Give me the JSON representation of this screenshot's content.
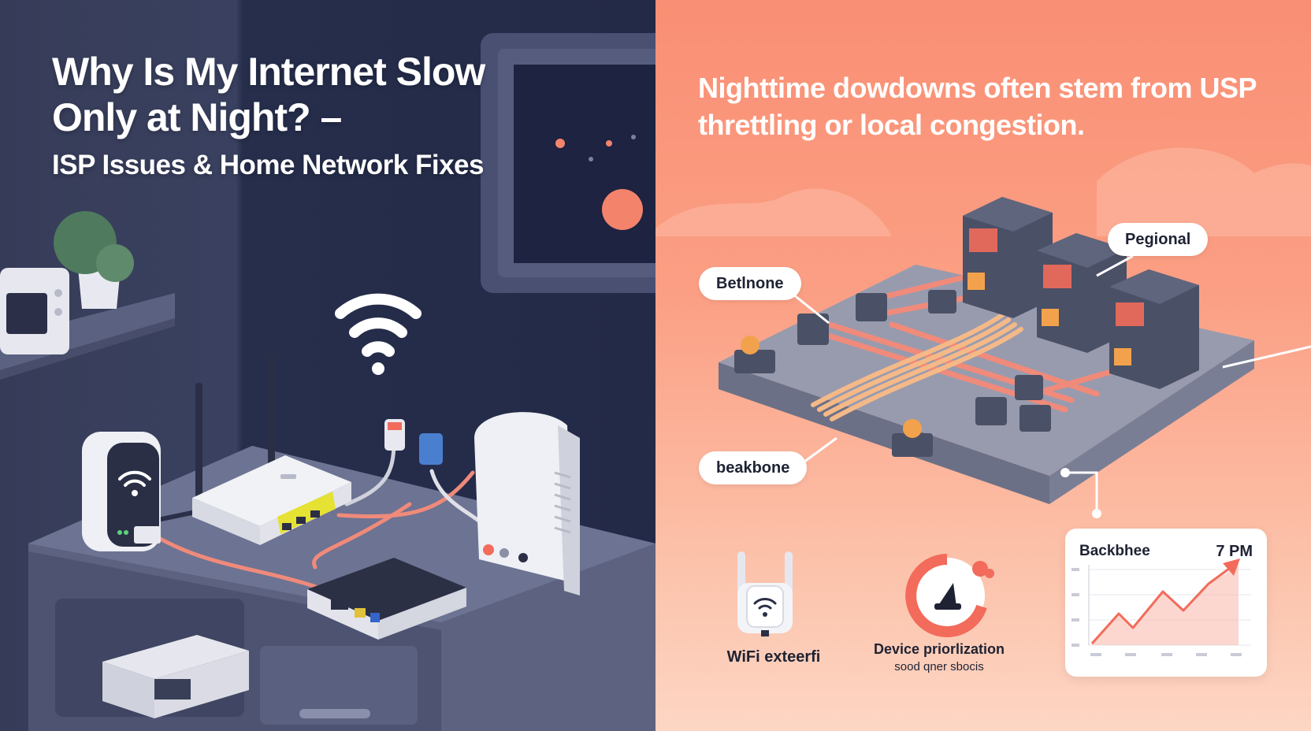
{
  "left": {
    "title_line1": "Why Is My Internet Slow",
    "title_line2": "Only at Night? –",
    "title_line3": "ISP Issues & Home Network Fixes"
  },
  "right": {
    "headline": "Nighttime dowdowns often stem from USP threttling or local congestion.",
    "callouts": [
      "Betlnone",
      "Pegional",
      "beakbone"
    ],
    "tips": {
      "extender_label": "WiFi exteerfi",
      "priority_label": "Device priorlization",
      "priority_sub": "sood qner sbocis"
    },
    "card": {
      "title": "Backbhee",
      "time": "7 PM"
    }
  },
  "colors": {
    "accent": "#f26b5b",
    "cable": "#f08a7a",
    "dark_navy": "#232a47",
    "server": "#4a5066"
  },
  "icons": [
    "wifi-icon",
    "router",
    "modem",
    "server-icon",
    "speed-gauge-icon",
    "trend-arrow-icon"
  ]
}
